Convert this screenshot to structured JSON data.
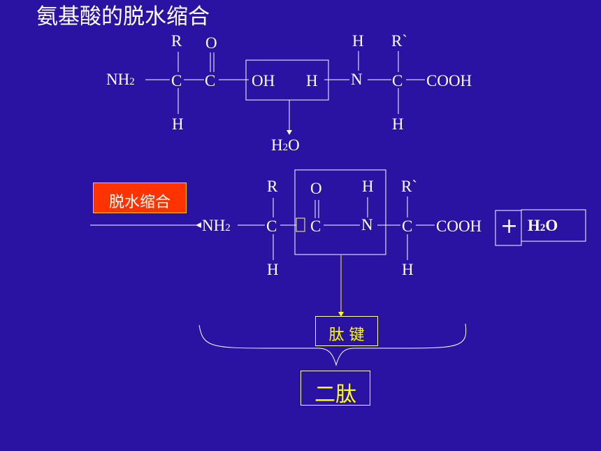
{
  "title": "氨基酸的脱水缩合",
  "top_formula": {
    "nh2": "NH",
    "nh2_sub": "2",
    "r": "R",
    "o": "O",
    "c1": "C",
    "c2": "C",
    "oh": "OH",
    "h_box": "H",
    "h_top": "H",
    "r_prime": "R`",
    "n": "N",
    "c3": "C",
    "cooh": "COOH",
    "h_bottom_left": "H",
    "h_bottom_right": "H",
    "water": "H",
    "water_sub": "2",
    "water_o": "O"
  },
  "bottom_formula": {
    "label": "脱水缩合",
    "nh2": "NH",
    "nh2_sub": "2",
    "r": "R",
    "o": "O",
    "h_top": "H",
    "r_prime": "R`",
    "c1": "C",
    "c2": "C",
    "n": "N",
    "c3": "C",
    "cooh": "COOH",
    "h_bottom_left": "H",
    "h_bottom_right": "H",
    "plus": "+",
    "water": "H",
    "water_sub": "2",
    "water_o": "O",
    "peptide_bond": "肽 键",
    "dipeptide": "二肽"
  }
}
